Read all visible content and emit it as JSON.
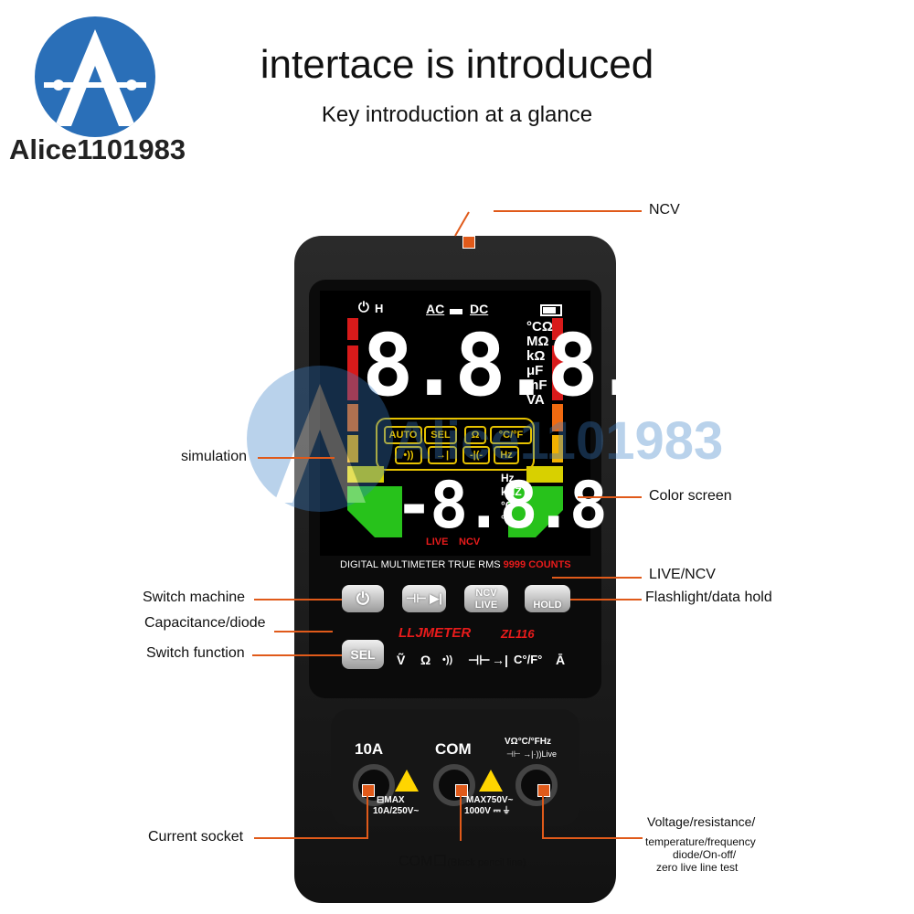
{
  "logo": {
    "text": "Alice1101983"
  },
  "header": {
    "title": "intertace is introduced",
    "subtitle": "Key introduction at a glance"
  },
  "watermark": {
    "text": "Alice1101983"
  },
  "device": {
    "brand": "LLJMETER",
    "model": "ZL116",
    "tagline": "DIGITAL MULTIMETER TRUE RMS",
    "counts": "9999 COUNTS",
    "screen": {
      "top_left": "H",
      "ac": "AC",
      "dc": "DC",
      "main_digits": "8.8.8.8",
      "main_units": [
        "°CΩ",
        "MΩ",
        "kΩ",
        "μF",
        "mF",
        "VA"
      ],
      "mode_row1": [
        "AUTO",
        "SEL",
        "Ω",
        "°C/°F"
      ],
      "mode_row2": [
        "•))",
        "→|",
        "-|(-",
        "Hz"
      ],
      "sub_digits": "-8.8.8",
      "sub_units": [
        "Hz",
        "kHZ",
        "°C",
        "°F"
      ],
      "live": "LIVE",
      "ncv": "NCV"
    },
    "buttons": {
      "power": "⏻",
      "cap_diode": "⊣⊢ ▶|",
      "ncv_top": "NCV",
      "ncv_bottom": "LIVE",
      "hold": "HOLD",
      "sel": "SEL"
    },
    "mode_symbols": [
      "Ṽ",
      "Ω",
      "•))",
      "⊣⊢",
      "→|",
      "C°/F°",
      "Ā"
    ],
    "sockets": {
      "a10": "10A",
      "com": "COM",
      "v": "VΩ°C/°FHz",
      "v_sub": "⊣⊢ →|·))Live",
      "max_left_1": "⊟MAX",
      "max_left_2": "10A/250V~",
      "max_right_1": "MAX750V~",
      "max_right_2": "1000V ⎓ ⏚"
    }
  },
  "annotations": {
    "ncv": "NCV",
    "simulation": "simulation",
    "color_screen": "Color screen",
    "switch_machine": "Switch machine",
    "live_ncv": "LIVE/NCV",
    "flashlight": "Flashlight/data hold",
    "cap_diode": "Capacitance/diode",
    "switch_function": "Switch function",
    "current_socket": "Current socket",
    "com_main": "COM口",
    "com_paren": "(Black pencil line)",
    "voltage_1": "Voltage/resistance/",
    "voltage_2": "temperature/frequency",
    "voltage_3": "diode/On-off/",
    "voltage_4": "zero live line test"
  },
  "colors": {
    "accent_line": "#e05a1a",
    "logo_blue": "#2a6fb8",
    "lcd_yellow": "#e6c200",
    "lcd_red": "#e81b1b",
    "lcd_green": "#27c21b"
  }
}
